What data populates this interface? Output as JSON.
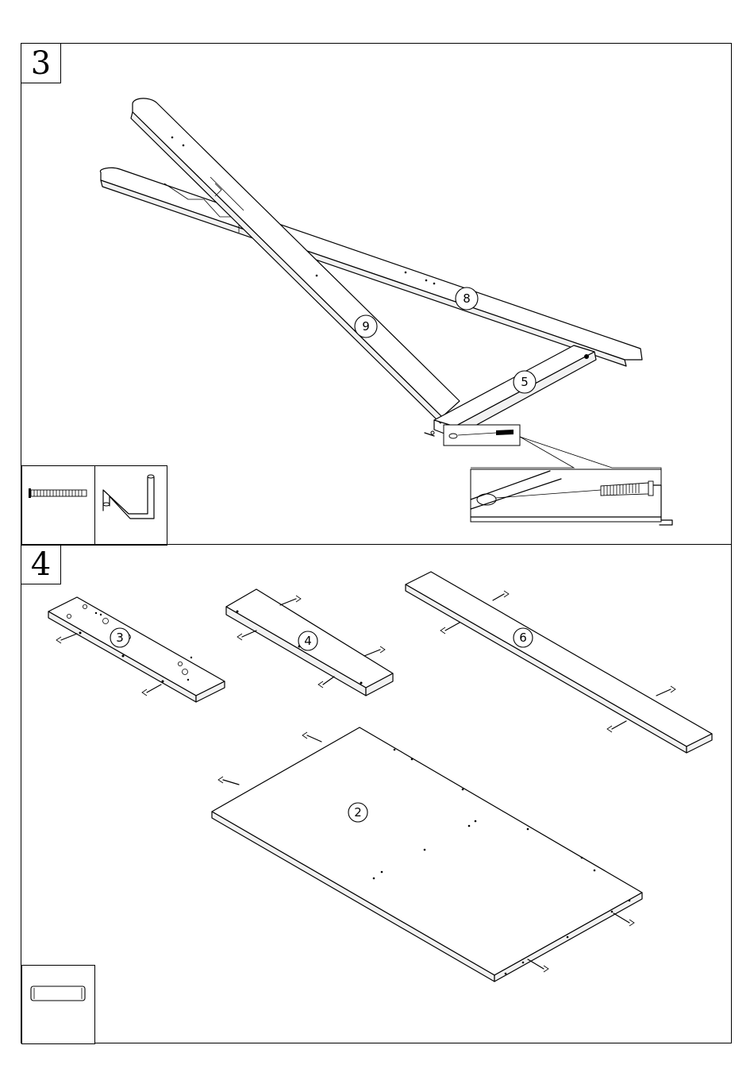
{
  "steps": [
    {
      "number": "3",
      "parts": [
        "9",
        "8",
        "5"
      ],
      "hardware": [
        {
          "icon": "bolt-icon"
        },
        {
          "icon": "allen-key-icon"
        }
      ]
    },
    {
      "number": "4",
      "parts": [
        "3",
        "4",
        "6",
        "2"
      ],
      "hardware": [
        {
          "icon": "wooden-dowel-icon"
        }
      ]
    }
  ]
}
